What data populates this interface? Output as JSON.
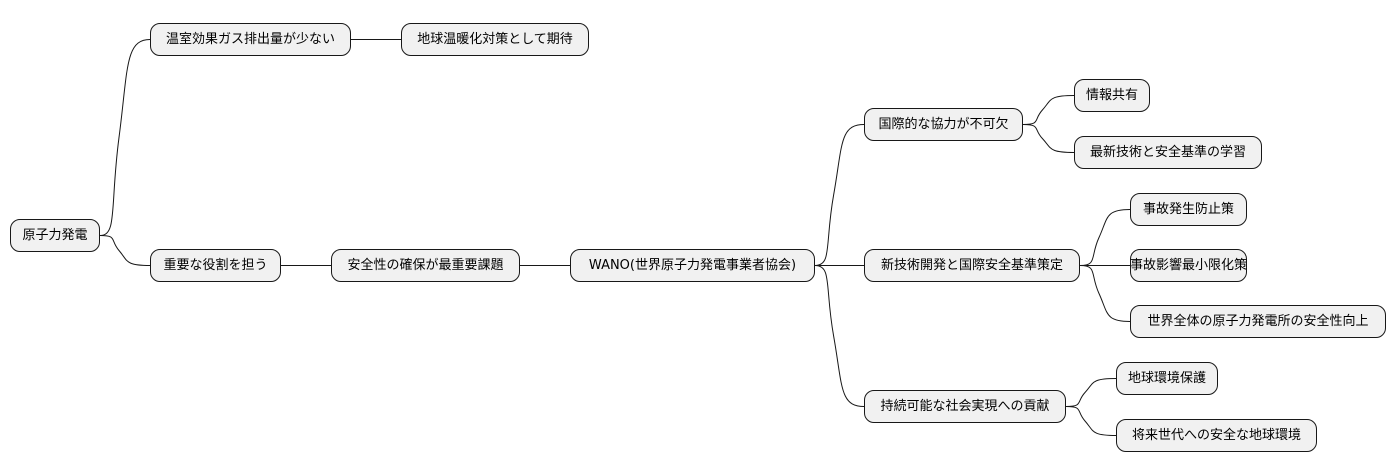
{
  "mindmap": {
    "root": "原子力発電",
    "branch_low_emission": {
      "label": "温室効果ガス排出量が少ない",
      "child": "地球温暖化対策として期待"
    },
    "branch_role": {
      "label": "重要な役割を担う",
      "safety": "安全性の確保が最重要課題",
      "wano": "WANO(世界原子力発電事業者協会)",
      "cooperation": {
        "label": "国際的な協力が不可欠",
        "children": [
          "情報共有",
          "最新技術と安全基準の学習"
        ]
      },
      "standards": {
        "label": "新技術開発と国際安全基準策定",
        "children": [
          "事故発生防止策",
          "事故影響最小限化策",
          "世界全体の原子力発電所の安全性向上"
        ]
      },
      "sustainable": {
        "label": "持続可能な社会実現への貢献",
        "children": [
          "地球環境保護",
          "将来世代への安全な地球環境"
        ]
      }
    }
  },
  "colors": {
    "node_fill": "#f1f1f1",
    "node_border": "#181818",
    "line": "#181818"
  }
}
